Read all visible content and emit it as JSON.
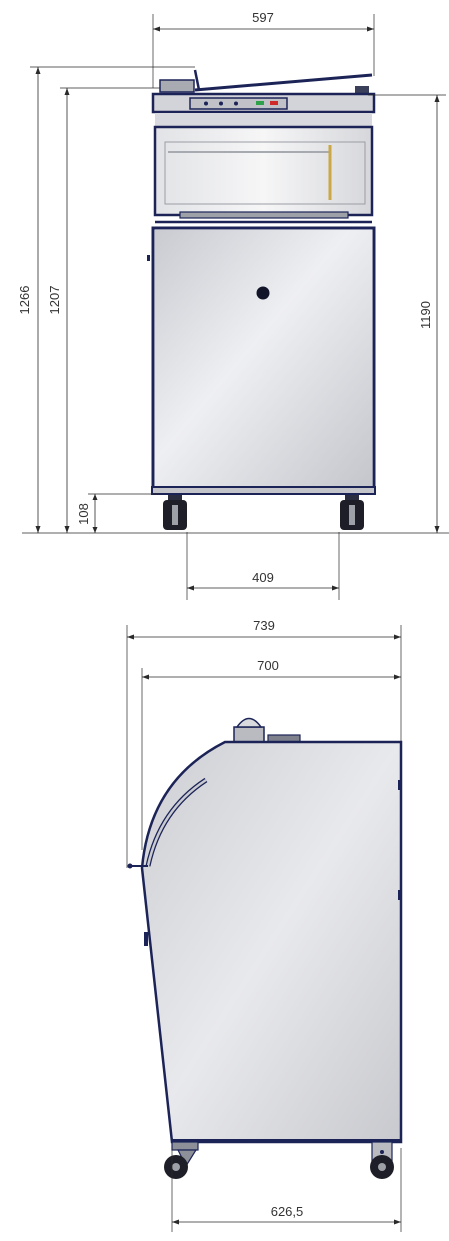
{
  "front_view": {
    "width_label": "597",
    "overall_height_label": "1266",
    "body_height_label": "1207",
    "right_height_label": "1190",
    "ground_clearance_label": "108",
    "wheel_spacing_label": "409"
  },
  "side_view": {
    "overall_depth_label": "739",
    "body_depth_label": "700",
    "wheel_base_label": "626,5"
  },
  "colors": {
    "frame": "#1c2457",
    "panel": "#d9dadf",
    "wheel": "#1e1e28"
  }
}
